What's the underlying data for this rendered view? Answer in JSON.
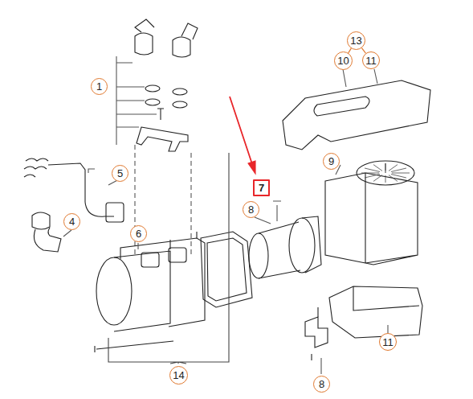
{
  "diagram": {
    "nodes": [
      {
        "text": [
          "13"
        ]
      },
      {
        "text": [
          "10"
        ]
      },
      {
        "text": [
          "11"
        ]
      },
      {
        "text": [
          "1"
        ]
      },
      {
        "text": [
          "9"
        ]
      },
      {
        "text": [
          "5"
        ]
      },
      {
        "text": [
          "7"
        ]
      },
      {
        "text": [
          "8"
        ]
      },
      {
        "text": [
          "4"
        ]
      },
      {
        "text": [
          "6"
        ]
      },
      {
        "text": [
          "11"
        ]
      },
      {
        "text": [
          "8"
        ]
      },
      {
        "text": [
          "14"
        ]
      }
    ],
    "edges": [
      {
        "from": 0,
        "to": 1,
        "arrow": "none"
      },
      {
        "from": 0,
        "to": 2,
        "arrow": "none"
      }
    ]
  }
}
